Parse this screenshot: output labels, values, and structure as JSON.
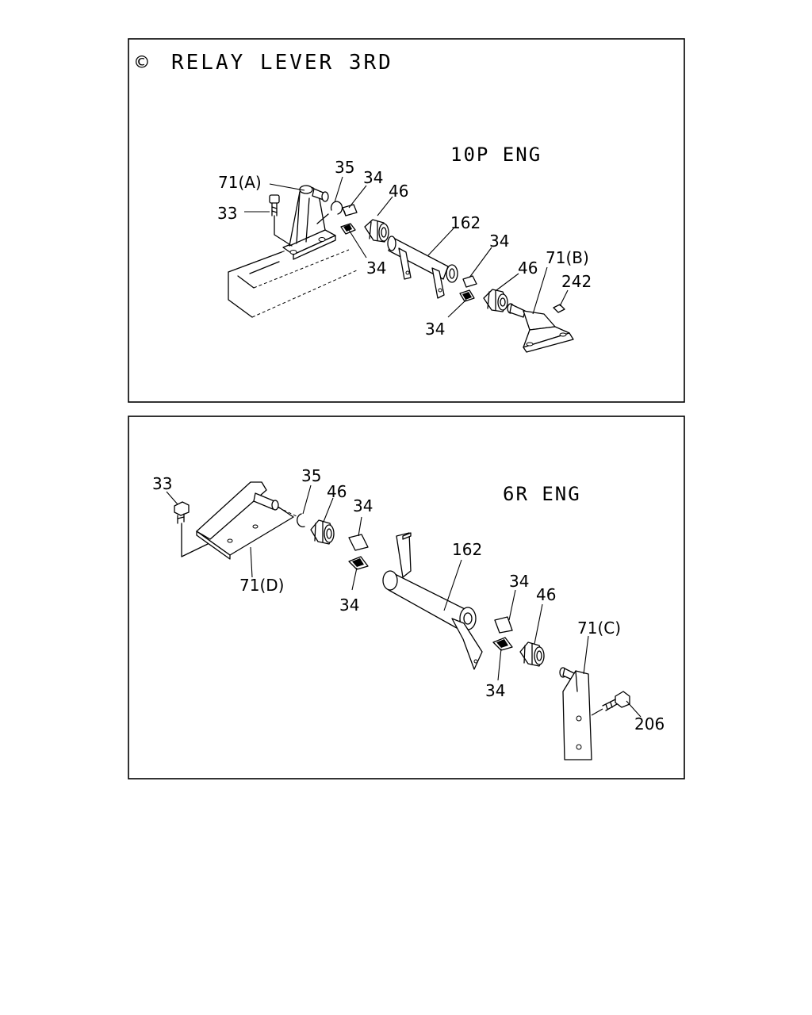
{
  "title_symbol": "©",
  "title": "RELAY LEVER 3RD",
  "panel_top": {
    "engine_label": "10P ENG",
    "callouts": {
      "c71a": "71(A)",
      "c33": "33",
      "c35": "35",
      "c34a": "34",
      "c46a": "46",
      "c34b": "34",
      "c162": "162",
      "c34c": "34",
      "c46b": "46",
      "c71b": "71(B)",
      "c242": "242",
      "c34d": "34"
    }
  },
  "panel_bottom": {
    "engine_label": "6R ENG",
    "callouts": {
      "c33": "33",
      "c35": "35",
      "c46a": "46",
      "c34a": "34",
      "c162": "162",
      "c71d": "71(D)",
      "c34b": "34",
      "c34c": "34",
      "c46b": "46",
      "c71c": "71(C)",
      "c34d": "34",
      "c206": "206"
    }
  }
}
